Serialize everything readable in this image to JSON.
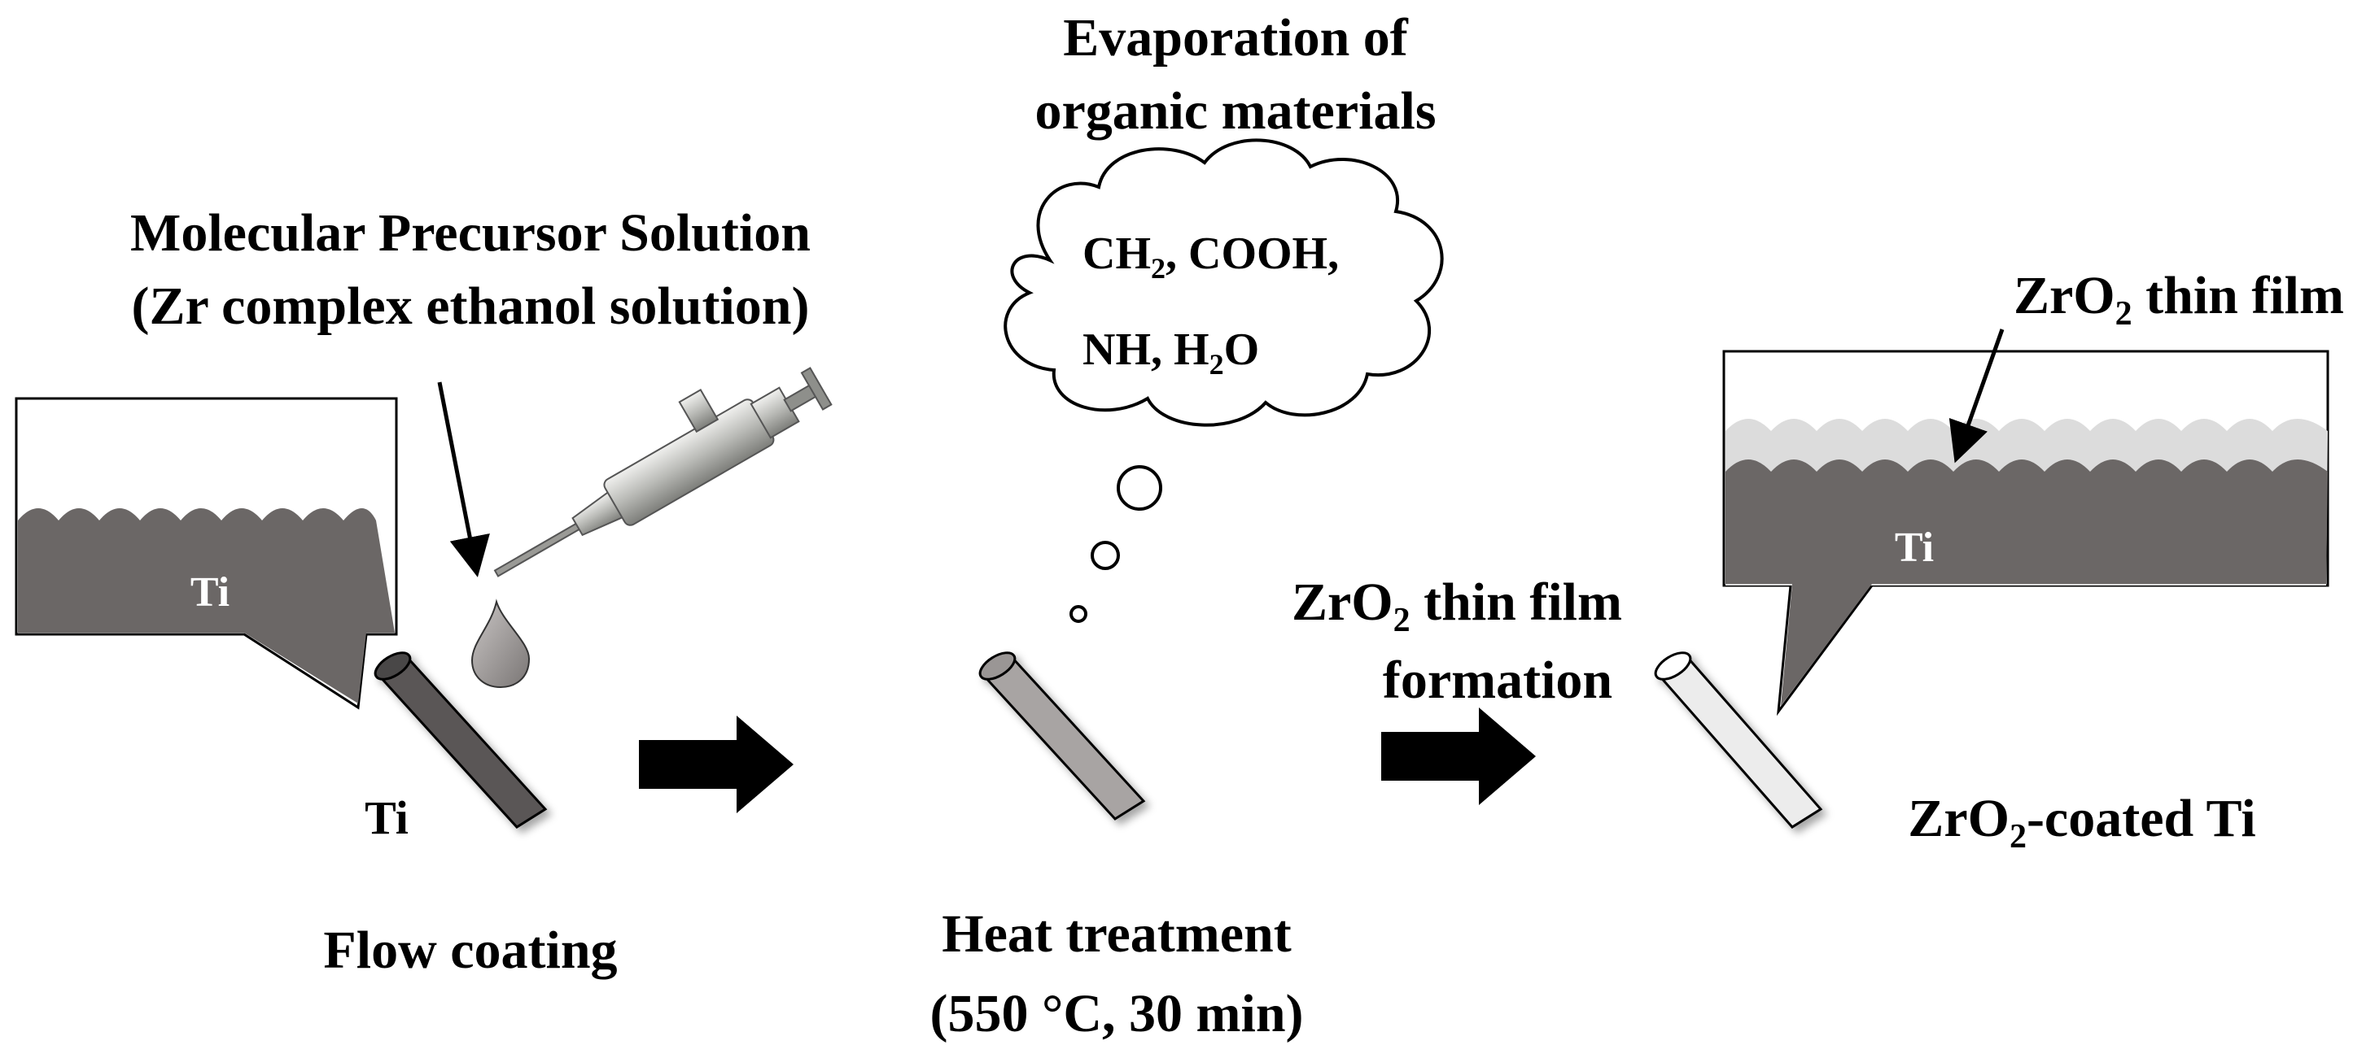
{
  "labels": {
    "precursor_line1": "Molecular Precursor Solution",
    "precursor_line2": "(Zr complex ethanol solution)",
    "ti_inset": "Ti",
    "ti_rod": "Ti",
    "flow_coating": "Flow coating",
    "evaporation_line1": "Evaporation of",
    "evaporation_line2": "organic materials",
    "cloud_line1_a": "CH",
    "cloud_line1_sub": "2",
    "cloud_line1_b": ", COOH,",
    "cloud_line2_a": "NH, H",
    "cloud_line2_sub": "2",
    "cloud_line2_b": "O",
    "heat_line1": "Heat treatment",
    "heat_line2": "(550 °C, 30 min)",
    "film_formation_a": "ZrO",
    "film_formation_sub": "2",
    "film_formation_b": " thin film",
    "film_formation_line2": "formation",
    "thin_film_a": "ZrO",
    "thin_film_sub": "2",
    "thin_film_b": " thin film",
    "ti_inset_right": "Ti",
    "coated_a": "ZrO",
    "coated_sub": "2",
    "coated_b": "-coated Ti"
  },
  "colors": {
    "ti_dark": "#6b6766",
    "rod_dark": "#5a5656",
    "rod_mid": "#a8a4a3",
    "rod_light": "#ececec",
    "film_light": "#dcdcdc",
    "arrow": "#000000"
  },
  "icons": [
    "pipette-icon",
    "droplet-icon",
    "thought-cloud-icon",
    "process-arrow-icon"
  ]
}
